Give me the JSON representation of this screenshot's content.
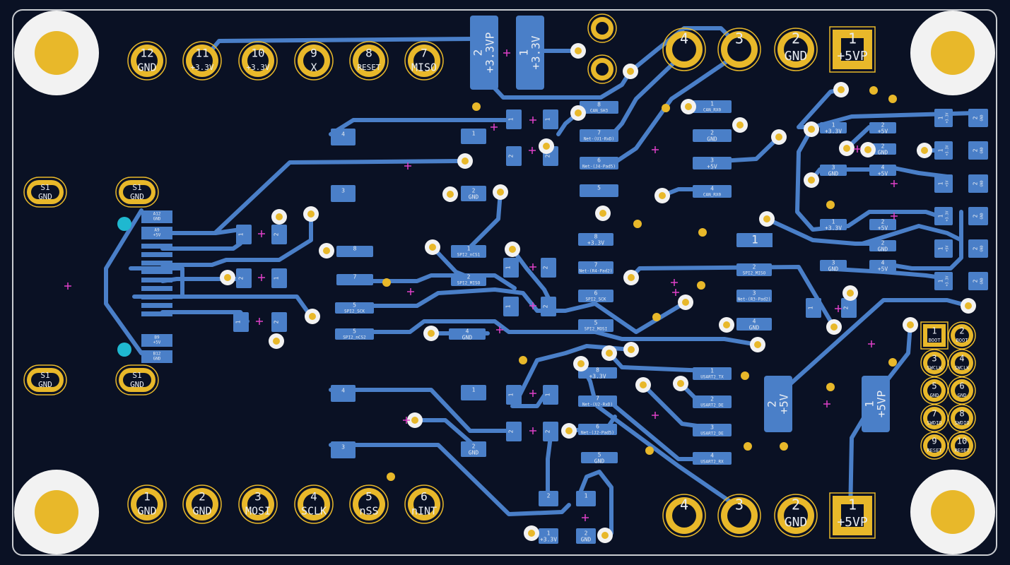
{
  "colors": {
    "background": "#0a1124",
    "outline": "#c9ccd1",
    "trace": "#4a7fc8",
    "pad": "#4a7fc8",
    "copper": "#e8b82a",
    "hole": "#f2f2f2",
    "marker": "#e040c8",
    "fiducial": "#1fb8d0",
    "label": "#e8ecf2"
  },
  "header_top": [
    {
      "num": "12",
      "label": "GND"
    },
    {
      "num": "11",
      "label": "+3.3V"
    },
    {
      "num": "10",
      "label": "+3.3V"
    },
    {
      "num": "9",
      "label": "X"
    },
    {
      "num": "8",
      "label": "RESET"
    },
    {
      "num": "7",
      "label": "MISO"
    }
  ],
  "header_bottom": [
    {
      "num": "1",
      "label": "GND"
    },
    {
      "num": "2",
      "label": "GND"
    },
    {
      "num": "3",
      "label": "MOSI"
    },
    {
      "num": "4",
      "label": "SCLK"
    },
    {
      "num": "5",
      "label": "nSS"
    },
    {
      "num": "6",
      "label": "nINT"
    }
  ],
  "power_top": [
    {
      "num": "4",
      "label": ""
    },
    {
      "num": "3",
      "label": ""
    },
    {
      "num": "2",
      "label": "GND"
    },
    {
      "num": "1",
      "label": "+5VP"
    }
  ],
  "power_bottom": [
    {
      "num": "4",
      "label": ""
    },
    {
      "num": "3",
      "label": ""
    },
    {
      "num": "2",
      "label": "GND"
    },
    {
      "num": "1",
      "label": "+5VP"
    }
  ],
  "big_pads": [
    {
      "num": "2",
      "label": "+3.3VP"
    },
    {
      "num": "1",
      "label": "+3.3V"
    },
    {
      "num": "2",
      "label": "+5V"
    },
    {
      "num": "1",
      "label": "+5VP"
    }
  ],
  "shield_labels": {
    "num": "S1",
    "label": "GND"
  },
  "usb_labels": {
    "a": "A12",
    "a_net": "GND",
    "b": "A9",
    "b_net": "+5V",
    "c": "B9",
    "c_net": "+5V",
    "d": "B12",
    "d_net": "GND"
  },
  "smd_labels": [
    {
      "num": "2",
      "label": "GND"
    },
    {
      "num": "1",
      "label": "+3.3V"
    },
    {
      "num": "8",
      "label": "CAN_SH3"
    },
    {
      "num": "7",
      "label": "Net-(U1-RxD)"
    },
    {
      "num": "6",
      "label": "Net-(J4-Pad5)"
    },
    {
      "num": "5",
      "label": ""
    },
    {
      "num": "8",
      "label": "+3.3V"
    },
    {
      "num": "7",
      "label": "Net-(R4-Pad2)"
    },
    {
      "num": "6",
      "label": "SPI2_SCK"
    },
    {
      "num": "5",
      "label": "SPI2_MOSI"
    },
    {
      "num": "1",
      "label": "SPI2_nCS1"
    },
    {
      "num": "2",
      "label": "SPI2_MISO"
    },
    {
      "num": "5",
      "label": "SPI2_SCK"
    },
    {
      "num": "5",
      "label": "SPI2_nCS2"
    },
    {
      "num": "4",
      "label": "GND"
    },
    {
      "num": "8",
      "label": "+3.3V"
    },
    {
      "num": "7",
      "label": "Net-(U2-RxD)"
    },
    {
      "num": "6",
      "label": "Net-(J2-Pad5)"
    },
    {
      "num": "5",
      "label": "GND"
    },
    {
      "num": "1",
      "label": "CAN_RX0"
    },
    {
      "num": "2",
      "label": "GND"
    },
    {
      "num": "3",
      "label": "+5V"
    },
    {
      "num": "4",
      "label": "CAN_RX0"
    },
    {
      "num": "1",
      "label": ""
    },
    {
      "num": "2",
      "label": "SPI2_MISO"
    },
    {
      "num": "3",
      "label": "Net-(R3-Pad2)"
    },
    {
      "num": "4",
      "label": "GND"
    },
    {
      "num": "1",
      "label": "USART2_TX"
    },
    {
      "num": "2",
      "label": "USART2_DE"
    },
    {
      "num": "3",
      "label": "USART2_DE"
    },
    {
      "num": "4",
      "label": "USART2_RX"
    },
    {
      "num": "2",
      "label": "GND"
    },
    {
      "num": "2",
      "label": "GND"
    },
    {
      "num": "1",
      "label": "+3.3V"
    },
    {
      "num": "2",
      "label": "GND"
    }
  ],
  "right_column": [
    {
      "num": "2",
      "label": "GND"
    },
    {
      "num": "2",
      "label": "GND"
    },
    {
      "num": "2",
      "label": "GND"
    },
    {
      "num": "2",
      "label": "GND"
    },
    {
      "num": "2",
      "label": "GND"
    },
    {
      "num": "2",
      "label": "GND"
    }
  ],
  "right_column_nets": [
    "+3.3V",
    "+3.3V",
    "+5V",
    "+3.3V",
    "+5V",
    "+3.3V"
  ],
  "mini_nets": [
    "+3.3V",
    "+5V",
    "GND",
    "+5V",
    "+3.3V",
    "+5V",
    "GND",
    "+5V"
  ],
  "swd": [
    {
      "num": "1",
      "label": "BOOT"
    },
    {
      "num": "2",
      "label": "BOOT"
    },
    {
      "num": "3",
      "label": "SWCLK"
    },
    {
      "num": "4",
      "label": "SWCLK"
    },
    {
      "num": "5",
      "label": "GND"
    },
    {
      "num": "6",
      "label": "GND"
    },
    {
      "num": "7",
      "label": "SWDIO"
    },
    {
      "num": "8",
      "label": "SWDIO"
    },
    {
      "num": "9",
      "label": "RESET"
    },
    {
      "num": "10",
      "label": "RESET"
    }
  ],
  "mid_label": "1"
}
